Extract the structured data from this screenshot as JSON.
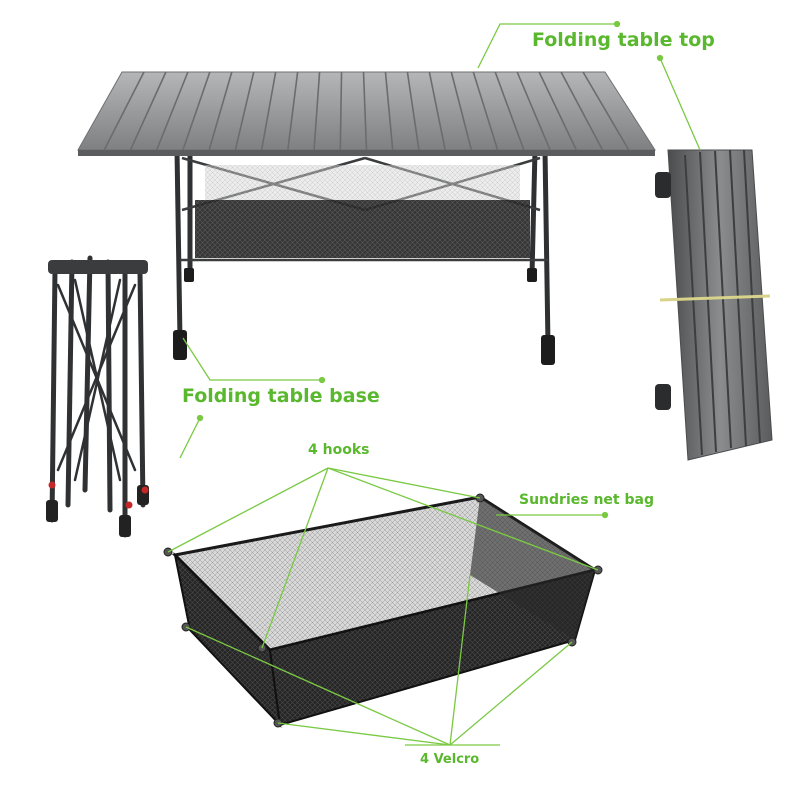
{
  "labels": {
    "table_top": "Folding table top",
    "table_base": "Folding table base",
    "hooks": "4 hooks",
    "net_bag": "Sundries net bag",
    "velcro": "4 Velcro"
  },
  "colors": {
    "label": "#59b82d",
    "callout_line": "#7ac943",
    "aluminum": "#9a9c9e",
    "frame": "#3a3c3e",
    "mesh": "#1e1e1e"
  }
}
